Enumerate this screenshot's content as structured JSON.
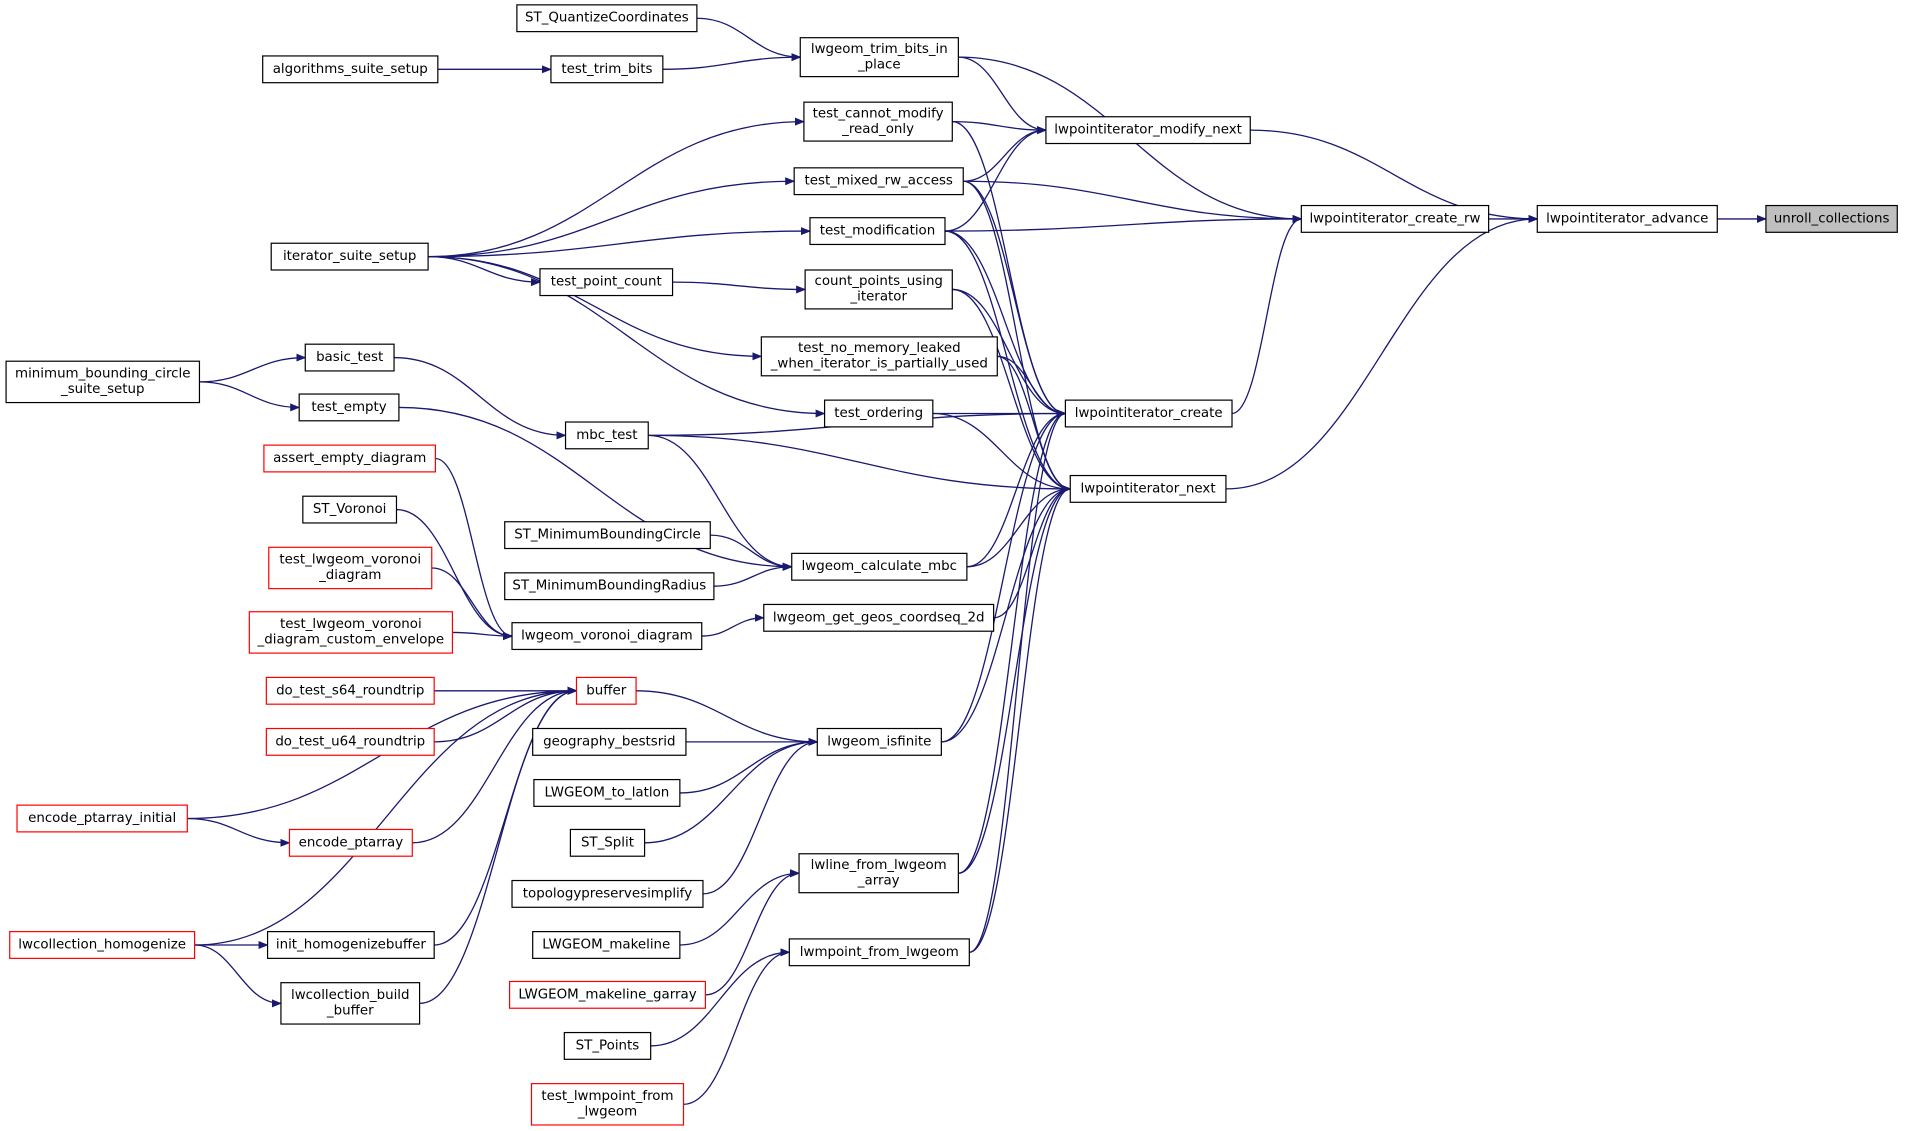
{
  "colors": {
    "edge": "#191970",
    "node_border": "#000000",
    "truncated_border": "#ff0000",
    "focus_fill": "#bfbfbf",
    "node_fill": "#ffffff"
  },
  "nodes": [
    {
      "id": "unroll_collections",
      "lines": [
        "unroll_collections"
      ],
      "style": "focus"
    },
    {
      "id": "lwpointiterator_advance",
      "lines": [
        "lwpointiterator_advance"
      ],
      "style": "normal"
    },
    {
      "id": "lwpointiterator_create_rw",
      "lines": [
        "lwpointiterator_create_rw"
      ],
      "style": "normal"
    },
    {
      "id": "lwpointiterator_modify_next",
      "lines": [
        "lwpointiterator_modify_next"
      ],
      "style": "normal"
    },
    {
      "id": "lwpointiterator_create",
      "lines": [
        "lwpointiterator_create"
      ],
      "style": "normal"
    },
    {
      "id": "lwpointiterator_next",
      "lines": [
        "lwpointiterator_next"
      ],
      "style": "normal"
    },
    {
      "id": "lwgeom_trim_bits_in_place",
      "lines": [
        "lwgeom_trim_bits_in",
        "_place"
      ],
      "style": "normal"
    },
    {
      "id": "ST_QuantizeCoordinates",
      "lines": [
        "ST_QuantizeCoordinates"
      ],
      "style": "normal"
    },
    {
      "id": "test_trim_bits",
      "lines": [
        "test_trim_bits"
      ],
      "style": "normal"
    },
    {
      "id": "algorithms_suite_setup",
      "lines": [
        "algorithms_suite_setup"
      ],
      "style": "normal"
    },
    {
      "id": "test_cannot_modify_read_only",
      "lines": [
        "test_cannot_modify",
        "_read_only"
      ],
      "style": "normal"
    },
    {
      "id": "test_mixed_rw_access",
      "lines": [
        "test_mixed_rw_access"
      ],
      "style": "normal"
    },
    {
      "id": "test_modification",
      "lines": [
        "test_modification"
      ],
      "style": "normal"
    },
    {
      "id": "iterator_suite_setup",
      "lines": [
        "iterator_suite_setup"
      ],
      "style": "normal"
    },
    {
      "id": "test_point_count",
      "lines": [
        "test_point_count"
      ],
      "style": "normal"
    },
    {
      "id": "count_points_using_iterator",
      "lines": [
        "count_points_using",
        "_iterator"
      ],
      "style": "normal"
    },
    {
      "id": "test_no_memory_leaked",
      "lines": [
        "test_no_memory_leaked",
        "_when_iterator_is_partially_used"
      ],
      "style": "normal"
    },
    {
      "id": "test_ordering",
      "lines": [
        "test_ordering"
      ],
      "style": "normal"
    },
    {
      "id": "basic_test",
      "lines": [
        "basic_test"
      ],
      "style": "normal"
    },
    {
      "id": "minimum_bounding_circle_suite_setup",
      "lines": [
        "minimum_bounding_circle",
        "_suite_setup"
      ],
      "style": "normal"
    },
    {
      "id": "test_empty",
      "lines": [
        "test_empty"
      ],
      "style": "normal"
    },
    {
      "id": "mbc_test",
      "lines": [
        "mbc_test"
      ],
      "style": "normal"
    },
    {
      "id": "assert_empty_diagram",
      "lines": [
        "assert_empty_diagram"
      ],
      "style": "truncated"
    },
    {
      "id": "ST_Voronoi",
      "lines": [
        "ST_Voronoi"
      ],
      "style": "normal"
    },
    {
      "id": "test_lwgeom_voronoi_diagram",
      "lines": [
        "test_lwgeom_voronoi",
        "_diagram"
      ],
      "style": "truncated"
    },
    {
      "id": "test_lwgeom_voronoi_diagram_custom_envelope",
      "lines": [
        "test_lwgeom_voronoi",
        "_diagram_custom_envelope"
      ],
      "style": "truncated"
    },
    {
      "id": "lwgeom_voronoi_diagram",
      "lines": [
        "lwgeom_voronoi_diagram"
      ],
      "style": "normal"
    },
    {
      "id": "ST_MinimumBoundingCircle",
      "lines": [
        "ST_MinimumBoundingCircle"
      ],
      "style": "normal"
    },
    {
      "id": "ST_MinimumBoundingRadius",
      "lines": [
        "ST_MinimumBoundingRadius"
      ],
      "style": "normal"
    },
    {
      "id": "lwgeom_calculate_mbc",
      "lines": [
        "lwgeom_calculate_mbc"
      ],
      "style": "normal"
    },
    {
      "id": "lwgeom_get_geos_coordseq_2d",
      "lines": [
        "lwgeom_get_geos_coordseq_2d"
      ],
      "style": "normal"
    },
    {
      "id": "do_test_s64_roundtrip",
      "lines": [
        "do_test_s64_roundtrip"
      ],
      "style": "truncated"
    },
    {
      "id": "do_test_u64_roundtrip",
      "lines": [
        "do_test_u64_roundtrip"
      ],
      "style": "truncated"
    },
    {
      "id": "buffer",
      "lines": [
        "buffer"
      ],
      "style": "truncated"
    },
    {
      "id": "encode_ptarray_initial",
      "lines": [
        "encode_ptarray_initial"
      ],
      "style": "truncated"
    },
    {
      "id": "encode_ptarray",
      "lines": [
        "encode_ptarray"
      ],
      "style": "truncated"
    },
    {
      "id": "geography_bestsrid",
      "lines": [
        "geography_bestsrid"
      ],
      "style": "normal"
    },
    {
      "id": "lwgeom_isfinite",
      "lines": [
        "lwgeom_isfinite"
      ],
      "style": "normal"
    },
    {
      "id": "LWGEOM_to_latlon",
      "lines": [
        "LWGEOM_to_latlon"
      ],
      "style": "normal"
    },
    {
      "id": "ST_Split",
      "lines": [
        "ST_Split"
      ],
      "style": "normal"
    },
    {
      "id": "topologypreservesimplify",
      "lines": [
        "topologypreservesimplify"
      ],
      "style": "normal"
    },
    {
      "id": "lwline_from_lwgeom_array",
      "lines": [
        "lwline_from_lwgeom",
        "_array"
      ],
      "style": "normal"
    },
    {
      "id": "lwcollection_homogenize",
      "lines": [
        "lwcollection_homogenize"
      ],
      "style": "truncated"
    },
    {
      "id": "init_homogenizebuffer",
      "lines": [
        "init_homogenizebuffer"
      ],
      "style": "normal"
    },
    {
      "id": "LWGEOM_makeline",
      "lines": [
        "LWGEOM_makeline"
      ],
      "style": "normal"
    },
    {
      "id": "lwcollection_build_buffer",
      "lines": [
        "lwcollection_build",
        "_buffer"
      ],
      "style": "normal"
    },
    {
      "id": "LWGEOM_makeline_garray",
      "lines": [
        "LWGEOM_makeline_garray"
      ],
      "style": "truncated"
    },
    {
      "id": "lwmpoint_from_lwgeom",
      "lines": [
        "lwmpoint_from_lwgeom"
      ],
      "style": "normal"
    },
    {
      "id": "ST_Points",
      "lines": [
        "ST_Points"
      ],
      "style": "normal"
    },
    {
      "id": "test_lwmpoint_from_lwgeom",
      "lines": [
        "test_lwmpoint_from",
        "_lwgeom"
      ],
      "style": "truncated"
    }
  ],
  "edges": [
    [
      "lwpointiterator_advance",
      "unroll_collections"
    ],
    [
      "lwpointiterator_create_rw",
      "lwpointiterator_advance"
    ],
    [
      "lwpointiterator_modify_next",
      "lwpointiterator_advance"
    ],
    [
      "lwpointiterator_next",
      "lwpointiterator_advance"
    ],
    [
      "lwgeom_trim_bits_in_place",
      "lwpointiterator_create_rw"
    ],
    [
      "test_mixed_rw_access",
      "lwpointiterator_create_rw"
    ],
    [
      "test_modification",
      "lwpointiterator_create_rw"
    ],
    [
      "lwpointiterator_create",
      "lwpointiterator_create_rw"
    ],
    [
      "lwgeom_trim_bits_in_place",
      "lwpointiterator_modify_next"
    ],
    [
      "test_cannot_modify_read_only",
      "lwpointiterator_modify_next"
    ],
    [
      "test_mixed_rw_access",
      "lwpointiterator_modify_next"
    ],
    [
      "test_modification",
      "lwpointiterator_modify_next"
    ],
    [
      "ST_QuantizeCoordinates",
      "lwgeom_trim_bits_in_place"
    ],
    [
      "test_trim_bits",
      "lwgeom_trim_bits_in_place"
    ],
    [
      "algorithms_suite_setup",
      "test_trim_bits"
    ],
    [
      "iterator_suite_setup",
      "test_cannot_modify_read_only"
    ],
    [
      "iterator_suite_setup",
      "test_mixed_rw_access"
    ],
    [
      "iterator_suite_setup",
      "test_modification"
    ],
    [
      "iterator_suite_setup",
      "test_point_count"
    ],
    [
      "iterator_suite_setup",
      "test_no_memory_leaked"
    ],
    [
      "iterator_suite_setup",
      "test_ordering"
    ],
    [
      "test_point_count",
      "count_points_using_iterator"
    ],
    [
      "test_cannot_modify_read_only",
      "lwpointiterator_create"
    ],
    [
      "test_mixed_rw_access",
      "lwpointiterator_create"
    ],
    [
      "test_modification",
      "lwpointiterator_create"
    ],
    [
      "count_points_using_iterator",
      "lwpointiterator_create"
    ],
    [
      "test_no_memory_leaked",
      "lwpointiterator_create"
    ],
    [
      "test_ordering",
      "lwpointiterator_create"
    ],
    [
      "mbc_test",
      "lwpointiterator_create"
    ],
    [
      "lwgeom_calculate_mbc",
      "lwpointiterator_create"
    ],
    [
      "lwgeom_isfinite",
      "lwpointiterator_create"
    ],
    [
      "lwline_from_lwgeom_array",
      "lwpointiterator_create"
    ],
    [
      "lwmpoint_from_lwgeom",
      "lwpointiterator_create"
    ],
    [
      "test_mixed_rw_access",
      "lwpointiterator_next"
    ],
    [
      "test_modification",
      "lwpointiterator_next"
    ],
    [
      "count_points_using_iterator",
      "lwpointiterator_next"
    ],
    [
      "test_no_memory_leaked",
      "lwpointiterator_next"
    ],
    [
      "test_ordering",
      "lwpointiterator_next"
    ],
    [
      "mbc_test",
      "lwpointiterator_next"
    ],
    [
      "lwgeom_calculate_mbc",
      "lwpointiterator_next"
    ],
    [
      "lwgeom_get_geos_coordseq_2d",
      "lwpointiterator_next"
    ],
    [
      "lwgeom_isfinite",
      "lwpointiterator_next"
    ],
    [
      "lwline_from_lwgeom_array",
      "lwpointiterator_next"
    ],
    [
      "lwmpoint_from_lwgeom",
      "lwpointiterator_next"
    ],
    [
      "minimum_bounding_circle_suite_setup",
      "basic_test"
    ],
    [
      "minimum_bounding_circle_suite_setup",
      "test_empty"
    ],
    [
      "basic_test",
      "mbc_test"
    ],
    [
      "mbc_test",
      "lwgeom_calculate_mbc"
    ],
    [
      "test_empty",
      "lwgeom_calculate_mbc"
    ],
    [
      "ST_MinimumBoundingCircle",
      "lwgeom_calculate_mbc"
    ],
    [
      "ST_MinimumBoundingRadius",
      "lwgeom_calculate_mbc"
    ],
    [
      "lwgeom_voronoi_diagram",
      "lwgeom_get_geos_coordseq_2d"
    ],
    [
      "assert_empty_diagram",
      "lwgeom_voronoi_diagram"
    ],
    [
      "ST_Voronoi",
      "lwgeom_voronoi_diagram"
    ],
    [
      "test_lwgeom_voronoi_diagram",
      "lwgeom_voronoi_diagram"
    ],
    [
      "test_lwgeom_voronoi_diagram_custom_envelope",
      "lwgeom_voronoi_diagram"
    ],
    [
      "buffer",
      "lwgeom_isfinite"
    ],
    [
      "geography_bestsrid",
      "lwgeom_isfinite"
    ],
    [
      "LWGEOM_to_latlon",
      "lwgeom_isfinite"
    ],
    [
      "ST_Split",
      "lwgeom_isfinite"
    ],
    [
      "topologypreservesimplify",
      "lwgeom_isfinite"
    ],
    [
      "do_test_s64_roundtrip",
      "buffer"
    ],
    [
      "do_test_u64_roundtrip",
      "buffer"
    ],
    [
      "encode_ptarray_initial",
      "buffer"
    ],
    [
      "encode_ptarray",
      "buffer"
    ],
    [
      "lwcollection_homogenize",
      "buffer"
    ],
    [
      "init_homogenizebuffer",
      "buffer"
    ],
    [
      "lwcollection_build_buffer",
      "buffer"
    ],
    [
      "encode_ptarray_initial",
      "encode_ptarray"
    ],
    [
      "lwcollection_homogenize",
      "init_homogenizebuffer"
    ],
    [
      "lwcollection_homogenize",
      "lwcollection_build_buffer"
    ],
    [
      "LWGEOM_makeline",
      "lwline_from_lwgeom_array"
    ],
    [
      "LWGEOM_makeline_garray",
      "lwline_from_lwgeom_array"
    ],
    [
      "ST_Points",
      "lwmpoint_from_lwgeom"
    ],
    [
      "test_lwmpoint_from_lwgeom",
      "lwmpoint_from_lwgeom"
    ]
  ]
}
